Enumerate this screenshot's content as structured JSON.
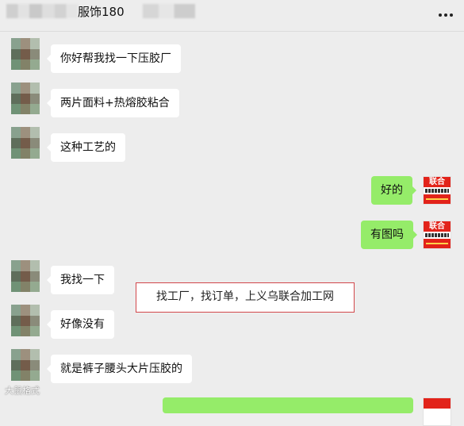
{
  "header": {
    "title": "服饰180",
    "more_icon": "more-dots-icon"
  },
  "messages": [
    {
      "side": "in",
      "text": "你好帮我找一下压胶厂"
    },
    {
      "side": "in",
      "text": "两片面料+热熔胶粘合"
    },
    {
      "side": "in",
      "text": "这种工艺的"
    },
    {
      "side": "out",
      "text": "好的"
    },
    {
      "side": "out",
      "text": "有图吗"
    },
    {
      "side": "in",
      "text": "我找一下"
    },
    {
      "side": "in",
      "text": "好像没有"
    },
    {
      "side": "in",
      "text": "就是裤子腰头大片压胶的"
    }
  ],
  "overlay": {
    "promo": "找工厂，找订单，上义乌联合加工网",
    "logo_text": "联合",
    "corner_watermark": "大鼠格式"
  },
  "colors": {
    "background": "#ededed",
    "incoming_bubble": "#ffffff",
    "outgoing_bubble": "#95ec69",
    "logo_red": "#e2231a",
    "promo_border": "#d2474b"
  }
}
